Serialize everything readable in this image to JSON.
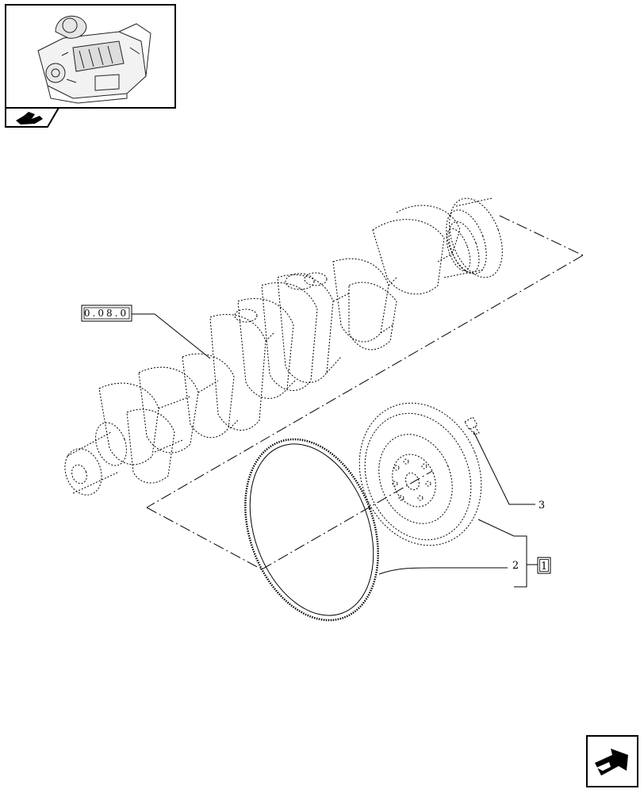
{
  "callouts": {
    "ref_group": "0.08.0",
    "part_2": "2",
    "part_3": "3",
    "kit_1": "1"
  },
  "icons": {
    "thumbnail": "engine-thumbnail-icon",
    "section_tab": "section-hand-icon",
    "next_page": "next-page-arrow-icon"
  }
}
